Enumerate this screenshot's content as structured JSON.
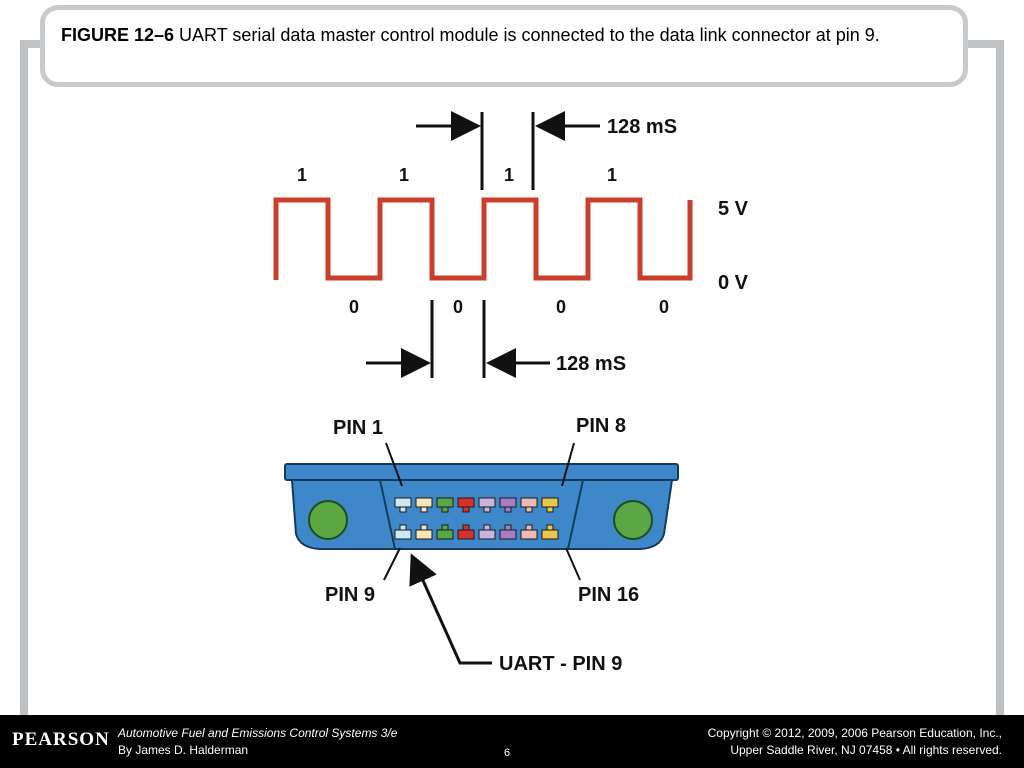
{
  "caption": {
    "figure_label": "FIGURE 12–6",
    "text": " UART serial data master control module is connected to the data link connector at pin 9."
  },
  "waveform": {
    "signal_color": "#c8402b",
    "high_bits": [
      "1",
      "1",
      "1",
      "1"
    ],
    "low_bits": [
      "0",
      "0",
      "0",
      "0"
    ],
    "top_interval_label": "128 mS",
    "bottom_interval_label": "128 mS",
    "high_voltage_label": "5 V",
    "low_voltage_label": "0 V"
  },
  "connector": {
    "body_color": "#3e88c9",
    "mount_hole_color": "#5aa845",
    "pin_labels": {
      "pin1": "PIN 1",
      "pin8": "PIN 8",
      "pin9": "PIN 9",
      "pin16": "PIN 16",
      "uart": "UART - PIN 9"
    },
    "pin_colors": [
      "#cfe6f4",
      "#f6e6b8",
      "#5aa845",
      "#d8312b",
      "#c8b4dc",
      "#a77ec4",
      "#eeb9b0",
      "#e8c74a"
    ]
  },
  "footer": {
    "logo": "PEARSON",
    "book_title": "Automotive Fuel and Emissions Control Systems 3/e",
    "author": "By James D. Halderman",
    "page_number": "6",
    "copyright_line1": "Copyright © 2012, 2009, 2006 Pearson Education, Inc.,",
    "copyright_line2": "Upper Saddle River, NJ 07458 • All rights reserved."
  }
}
